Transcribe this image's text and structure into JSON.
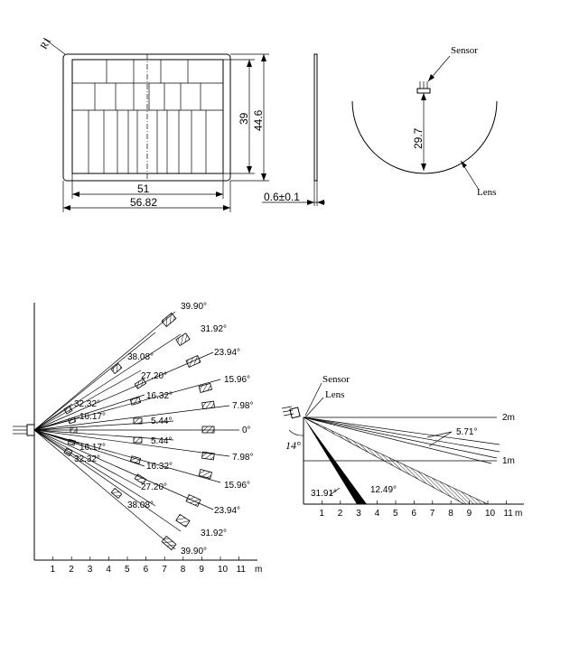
{
  "lens_drawing": {
    "radius_label": "R1",
    "width_inner": "51",
    "width_outer": "56.82",
    "height_inner": "39",
    "height_outer": "44.6",
    "thickness": "0.6±0.1"
  },
  "sensor_drawing": {
    "sensor_label": "Sensor",
    "lens_label": "Lens",
    "focal_distance": "29.7"
  },
  "top_view": {
    "angles_upper": [
      "39.90°",
      "31.92°",
      "38.08°",
      "23.94°",
      "27.20°",
      "15.96°",
      "16.32°",
      "7.98°",
      "32.32°",
      "16.17°",
      "5.44°"
    ],
    "angle_center": "0°",
    "angles_lower": [
      "5.44°",
      "16.17°",
      "32.32°",
      "7.98°",
      "16.32°",
      "15.96°",
      "27.20°",
      "23.94°",
      "38.08°",
      "31.92°",
      "39.90°"
    ],
    "x_ticks": [
      "1",
      "2",
      "3",
      "4",
      "5",
      "6",
      "7",
      "8",
      "9",
      "10",
      "11"
    ],
    "x_unit": "m"
  },
  "side_view": {
    "sensor_label": "Sensor",
    "lens_label": "Lens",
    "tilt_angle": "14°",
    "spread_angle": "5.71°",
    "near_angle": "31.91°",
    "mid_angle": "12.49°",
    "height_2m": "2m",
    "height_1m": "1m",
    "x_ticks": [
      "1",
      "2",
      "3",
      "4",
      "5",
      "6",
      "7",
      "8",
      "9",
      "10",
      "11"
    ],
    "x_unit": "m"
  }
}
